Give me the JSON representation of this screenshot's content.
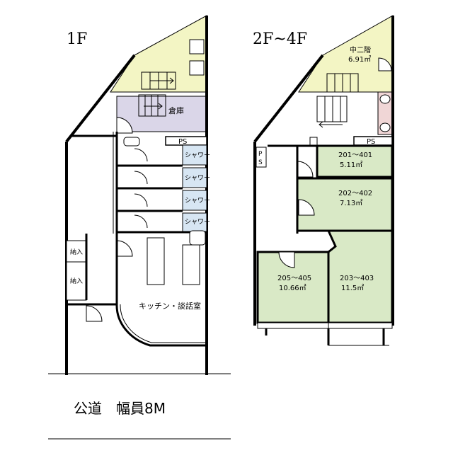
{
  "floor_1": {
    "title": "1F",
    "storage_label": "倉庫",
    "ps_label": "PS",
    "shower_labels": [
      "シャワー",
      "シャワー",
      "シャワー",
      "シャワー"
    ],
    "storage_closet_labels": [
      "納入",
      "納入"
    ],
    "kitchen_label": "キッチン・談話室"
  },
  "floor_2_4": {
    "title": "2F~4F",
    "mezzanine_label": "中二階",
    "mezzanine_area": "6.91㎡",
    "ps_label": "PS",
    "ps_vertical": [
      "P",
      "S"
    ],
    "rooms": [
      {
        "number": "201～401",
        "area": "5.11㎡"
      },
      {
        "number": "202～402",
        "area": "7.13㎡"
      },
      {
        "number": "205～405",
        "area": "10.66㎡"
      },
      {
        "number": "203～403",
        "area": "11.5㎡"
      }
    ]
  },
  "road": {
    "label": "公道　幅員8M"
  },
  "colors": {
    "mezzanine": "#f3f5c4",
    "storage": "#dad6e8",
    "shower": "#d7e6f3",
    "room": "#d9e9c6",
    "toilet": "#f0d6d6",
    "wall": "#000000"
  }
}
